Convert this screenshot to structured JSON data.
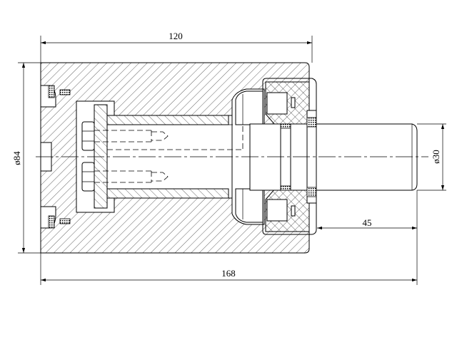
{
  "drawing": {
    "type": "roller assembly cross-section",
    "dimensions": {
      "body_length": "120",
      "body_diameter": "ø84",
      "shaft_diameter": "ø30",
      "shaft_extension": "45",
      "overall_length": "168"
    },
    "colors": {
      "line": "#000000",
      "background": "#ffffff"
    }
  }
}
